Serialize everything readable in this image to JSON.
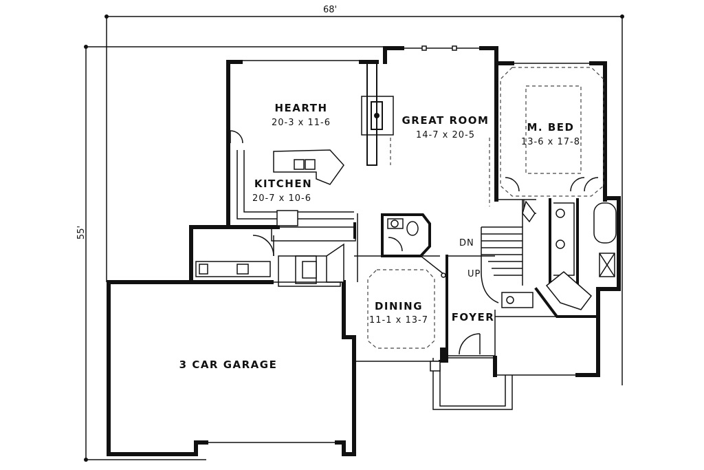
{
  "dimensions": {
    "width": "68'",
    "depth": "55'"
  },
  "rooms": {
    "hearth": {
      "name": "HEARTH",
      "size": "20-3 x 11-6"
    },
    "great_room": {
      "name": "GREAT ROOM",
      "size": "14-7 x 20-5"
    },
    "master_bed": {
      "name": "M. BED",
      "size": "13-6 x 17-8"
    },
    "kitchen": {
      "name": "KITCHEN",
      "size": "20-7 x 10-6"
    },
    "dining": {
      "name": "DINING",
      "size": "11-1 x 13-7"
    },
    "foyer": {
      "name": "FOYER"
    },
    "garage": {
      "name": "3 CAR GARAGE"
    }
  },
  "stairs": {
    "down": "DN",
    "up": "UP"
  }
}
